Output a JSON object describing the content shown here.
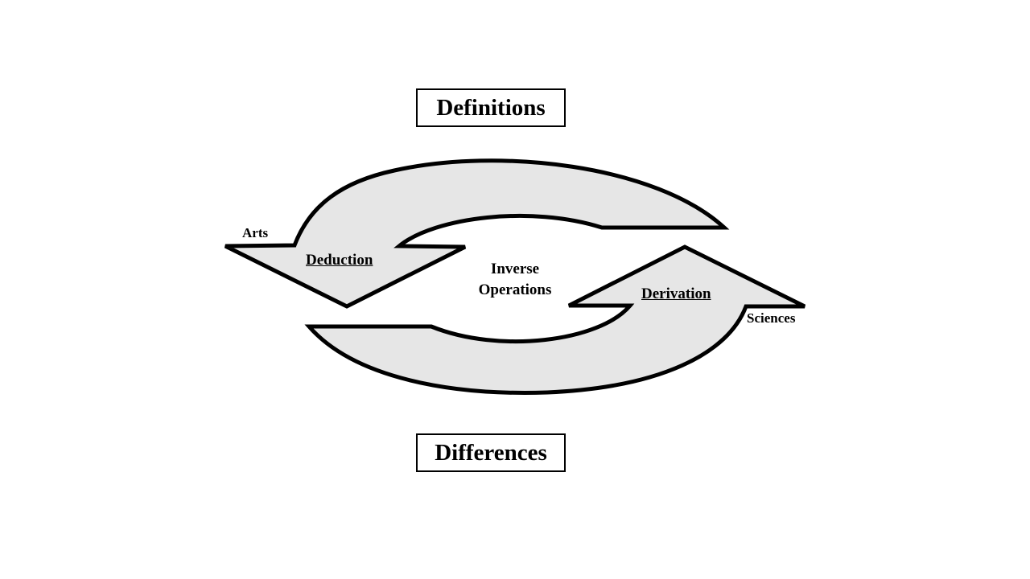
{
  "diagram": {
    "top_box": "Definitions",
    "bottom_box": "Differences",
    "left_arrow": {
      "label": "Deduction",
      "side_label": "Arts"
    },
    "right_arrow": {
      "label": "Derivation",
      "side_label": "Sciences"
    },
    "center": {
      "line1": "Inverse",
      "line2": "Operations"
    }
  },
  "colors": {
    "arrow_fill": "#e6e6e6",
    "stroke": "#000000",
    "background": "#ffffff"
  }
}
